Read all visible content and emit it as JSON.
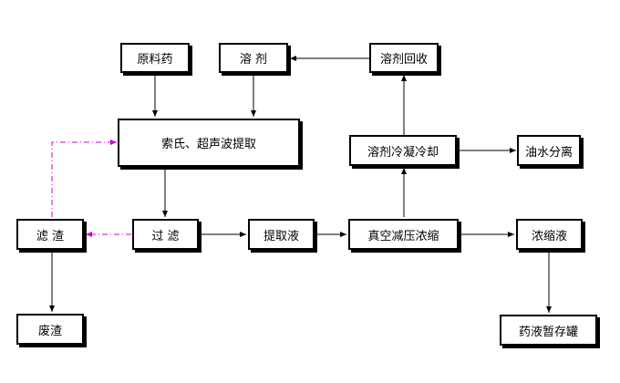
{
  "nodes": {
    "raw_material": "原料药",
    "solvent": "溶 剂",
    "solvent_recovery": "溶剂回收",
    "extraction": "索氏、超声波提取",
    "solvent_cooling": "溶剂冷凝冷却",
    "oil_water_separation": "油水分离",
    "filter_residue": "滤 渣",
    "filtration": "过 滤",
    "extract_liquid": "提取液",
    "vacuum_concentration": "真空减压浓缩",
    "concentrate": "浓缩液",
    "waste_residue": "废渣",
    "storage_tank": "药液暂存罐"
  },
  "colors": {
    "line": "#000000",
    "return_line": "#cc00cc"
  }
}
